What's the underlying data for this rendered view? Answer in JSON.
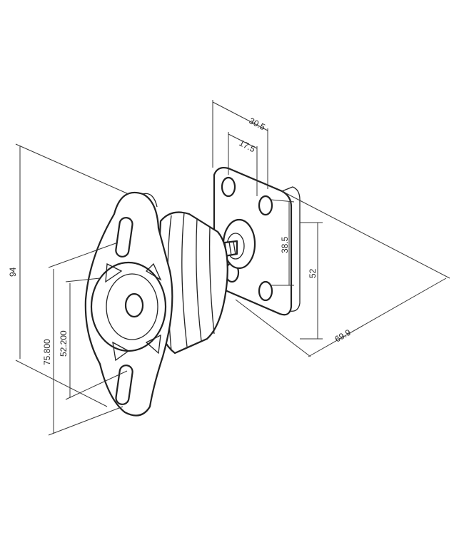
{
  "dimensions": {
    "plate_hole_spacing_outer": "30.5",
    "plate_hole_spacing_inner": "17.5",
    "plate_vertical_hole_spacing": "38.5",
    "plate_height": "52",
    "overall_depth": "69.9",
    "flange_height": "94",
    "flange_hole_spacing": "75.800",
    "flange_inner_diameter": "52.200"
  }
}
